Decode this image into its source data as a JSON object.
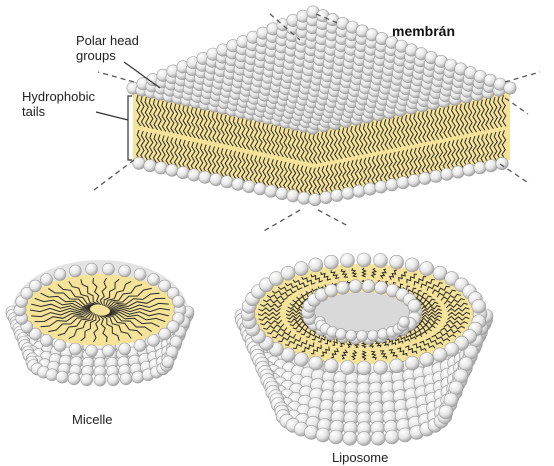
{
  "labels": {
    "title": "membrán",
    "polar_head": "Polar head",
    "polar_head_2": "groups",
    "hydrophobic": "Hydrophobic",
    "hydrophobic_2": "tails",
    "micelle": "Micelle",
    "liposome": "Liposome"
  },
  "colors": {
    "head_fill": "#f2f2f2",
    "head_stroke": "#9a9a9a",
    "tail_fill": "#f6e39a",
    "tail_line": "#2a2a2a",
    "dash": "#555555"
  }
}
